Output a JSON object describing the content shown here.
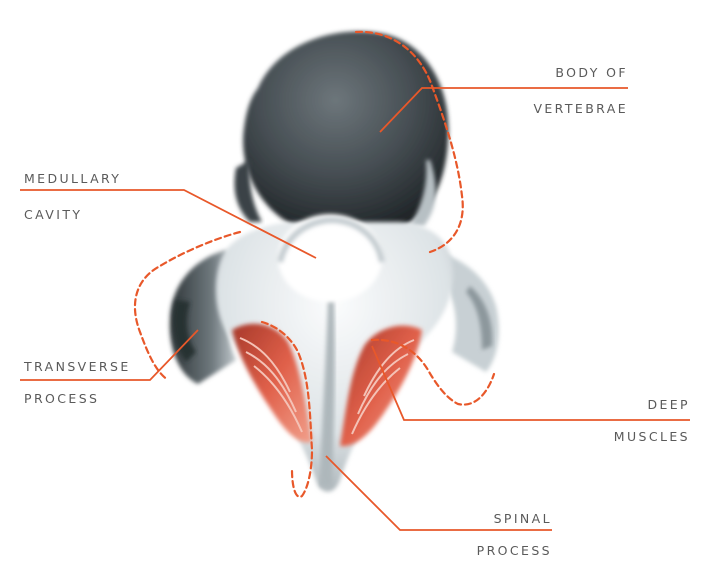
{
  "labels": {
    "body_of_vertebrae": {
      "line1": "BODY OF",
      "line2": "VERTEBRAE"
    },
    "medullary_cavity": {
      "line1": "MEDULLARY",
      "line2": "CAVITY"
    },
    "transverse_process": {
      "line1": "TRANSVERSE",
      "line2": "PROCESS"
    },
    "deep_muscles": {
      "line1": "DEEP",
      "line2": "MUSCLES"
    },
    "spinal_process": {
      "line1": "SPINAL",
      "line2": "PROCESS"
    }
  },
  "colors": {
    "leader_line": "#e8582a",
    "dashed_outline": "#e8582a",
    "bone_dark": "#3c4448",
    "bone_light": "#dfe4e7",
    "muscle": "#d9533a",
    "label_text": "#5a5a5a"
  }
}
